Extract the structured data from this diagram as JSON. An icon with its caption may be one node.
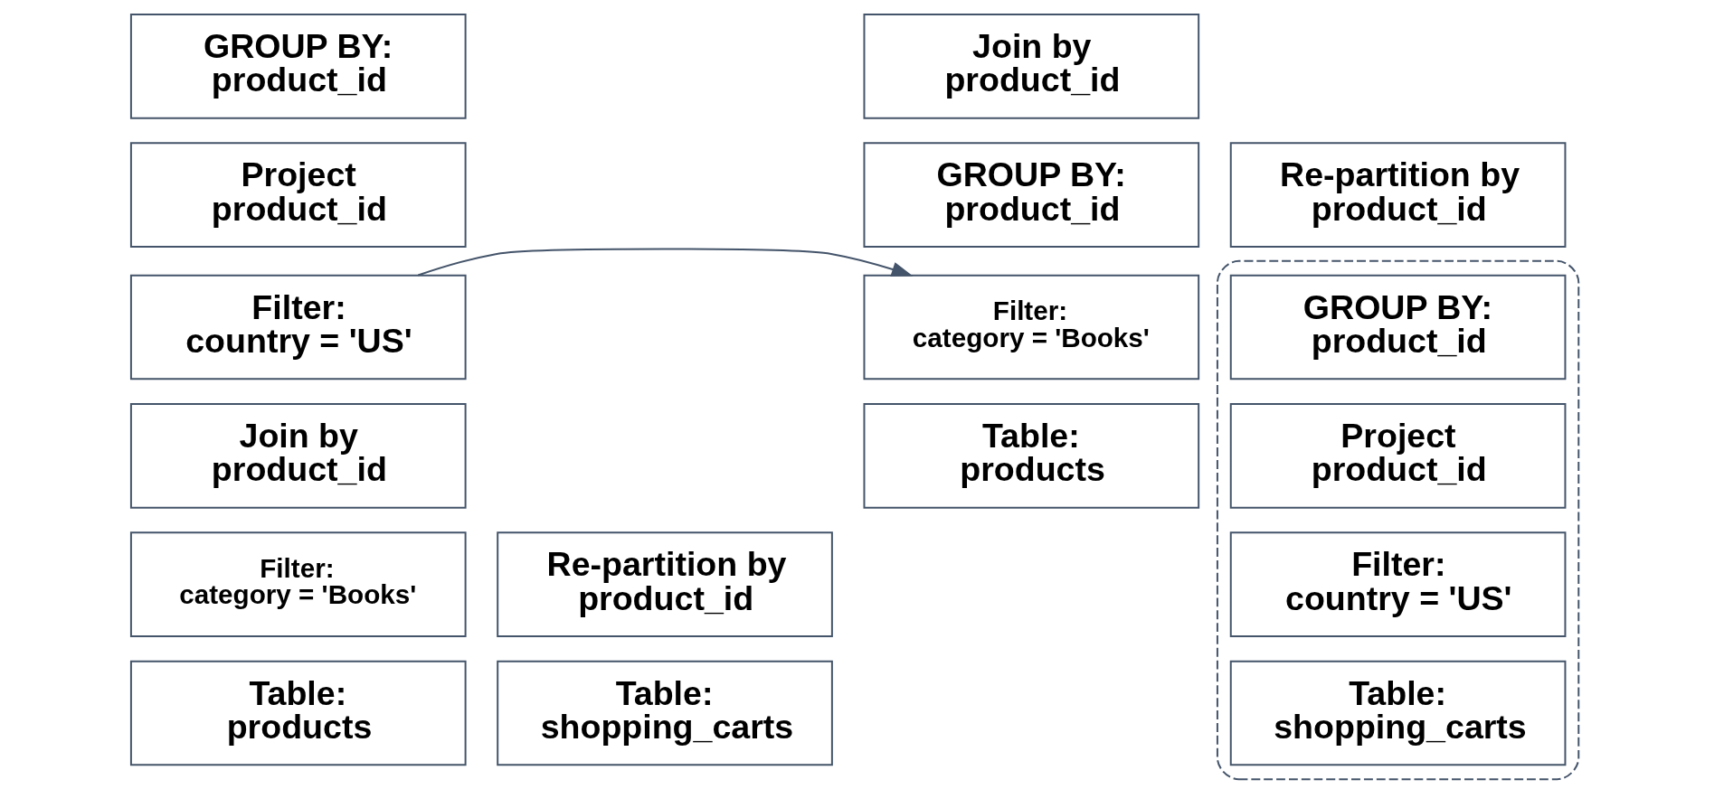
{
  "diagram": {
    "nodes": [
      {
        "text": [
          "GROUP BY: product_id"
        ]
      },
      {
        "text": [
          "Project product_id"
        ]
      },
      {
        "text": [
          "Filter: country = 'US'"
        ]
      },
      {
        "text": [
          "Join by product_id"
        ]
      },
      {
        "text": [
          "Filter: category = 'Books'"
        ]
      },
      {
        "text": [
          "Re-partition by product_id"
        ]
      },
      {
        "text": [
          "Table: products"
        ]
      },
      {
        "text": [
          "Table: shopping_carts"
        ]
      },
      {
        "text": [
          "Join by product_id"
        ]
      },
      {
        "text": [
          "GROUP BY: product_id"
        ]
      },
      {
        "text": [
          "Re-partition by product_id"
        ]
      },
      {
        "text": [],
        "shape": "box"
      },
      {
        "text": [
          "Filter: category = 'Books'"
        ]
      },
      {
        "text": [
          "GROUP BY: product_id"
        ],
        "in": 11
      },
      {
        "text": [
          "Table: products"
        ]
      },
      {
        "text": [
          "Project product_id"
        ],
        "in": 11
      },
      {
        "text": [
          "Filter: country = 'US'"
        ],
        "in": 11
      },
      {
        "text": [
          "Table: shopping_carts"
        ],
        "in": 11
      }
    ],
    "edges": [
      {
        "from": 2,
        "to": 12,
        "arrow": "to",
        "color": "#44546a"
      }
    ]
  }
}
